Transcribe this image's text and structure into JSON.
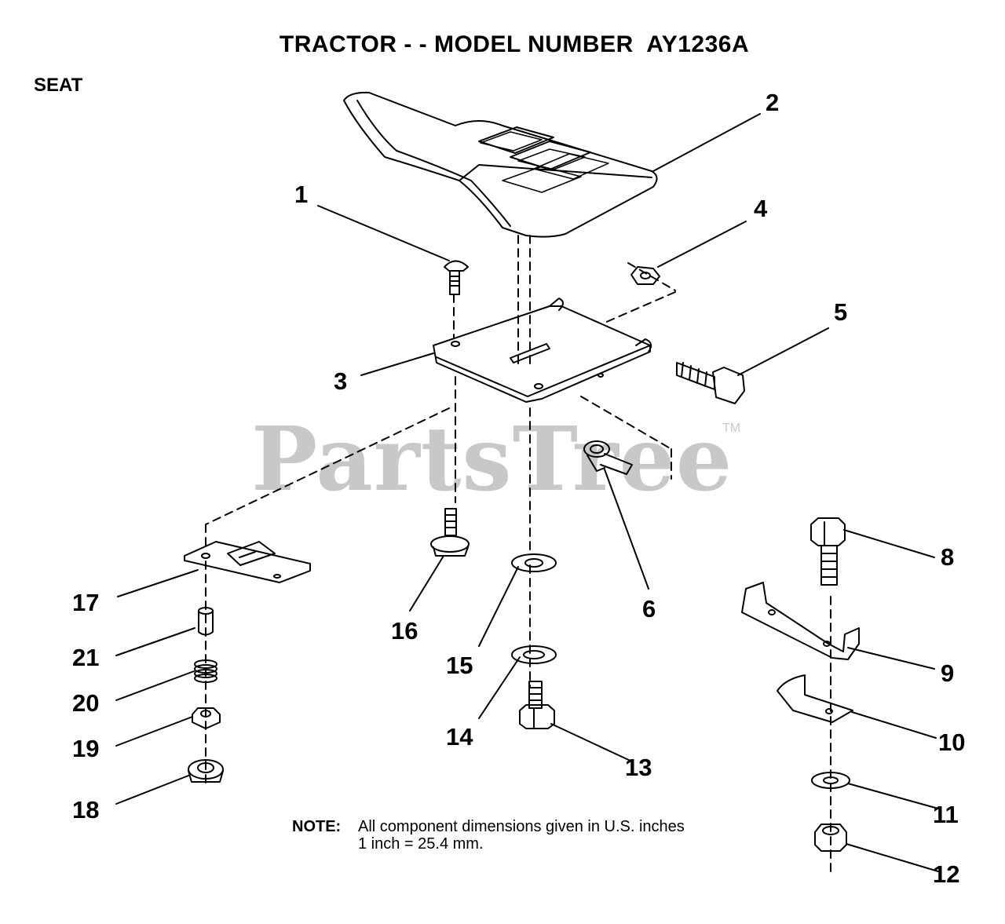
{
  "title": "TRACTOR - - MODEL NUMBER  AY1236A",
  "section": "SEAT",
  "watermark": "PartsTree",
  "watermark_tm": "TM",
  "note": {
    "label": "NOTE:",
    "line1": "All component dimensions given in U.S. inches",
    "line2": "1 inch = 25.4 mm."
  },
  "callouts": {
    "c1": "1",
    "c2": "2",
    "c3": "3",
    "c4": "4",
    "c5": "5",
    "c6": "6",
    "c8": "8",
    "c9": "9",
    "c10": "10",
    "c11": "11",
    "c12": "12",
    "c13": "13",
    "c14": "14",
    "c15": "15",
    "c16": "16",
    "c17": "17",
    "c18": "18",
    "c19": "19",
    "c20": "20",
    "c21": "21"
  }
}
